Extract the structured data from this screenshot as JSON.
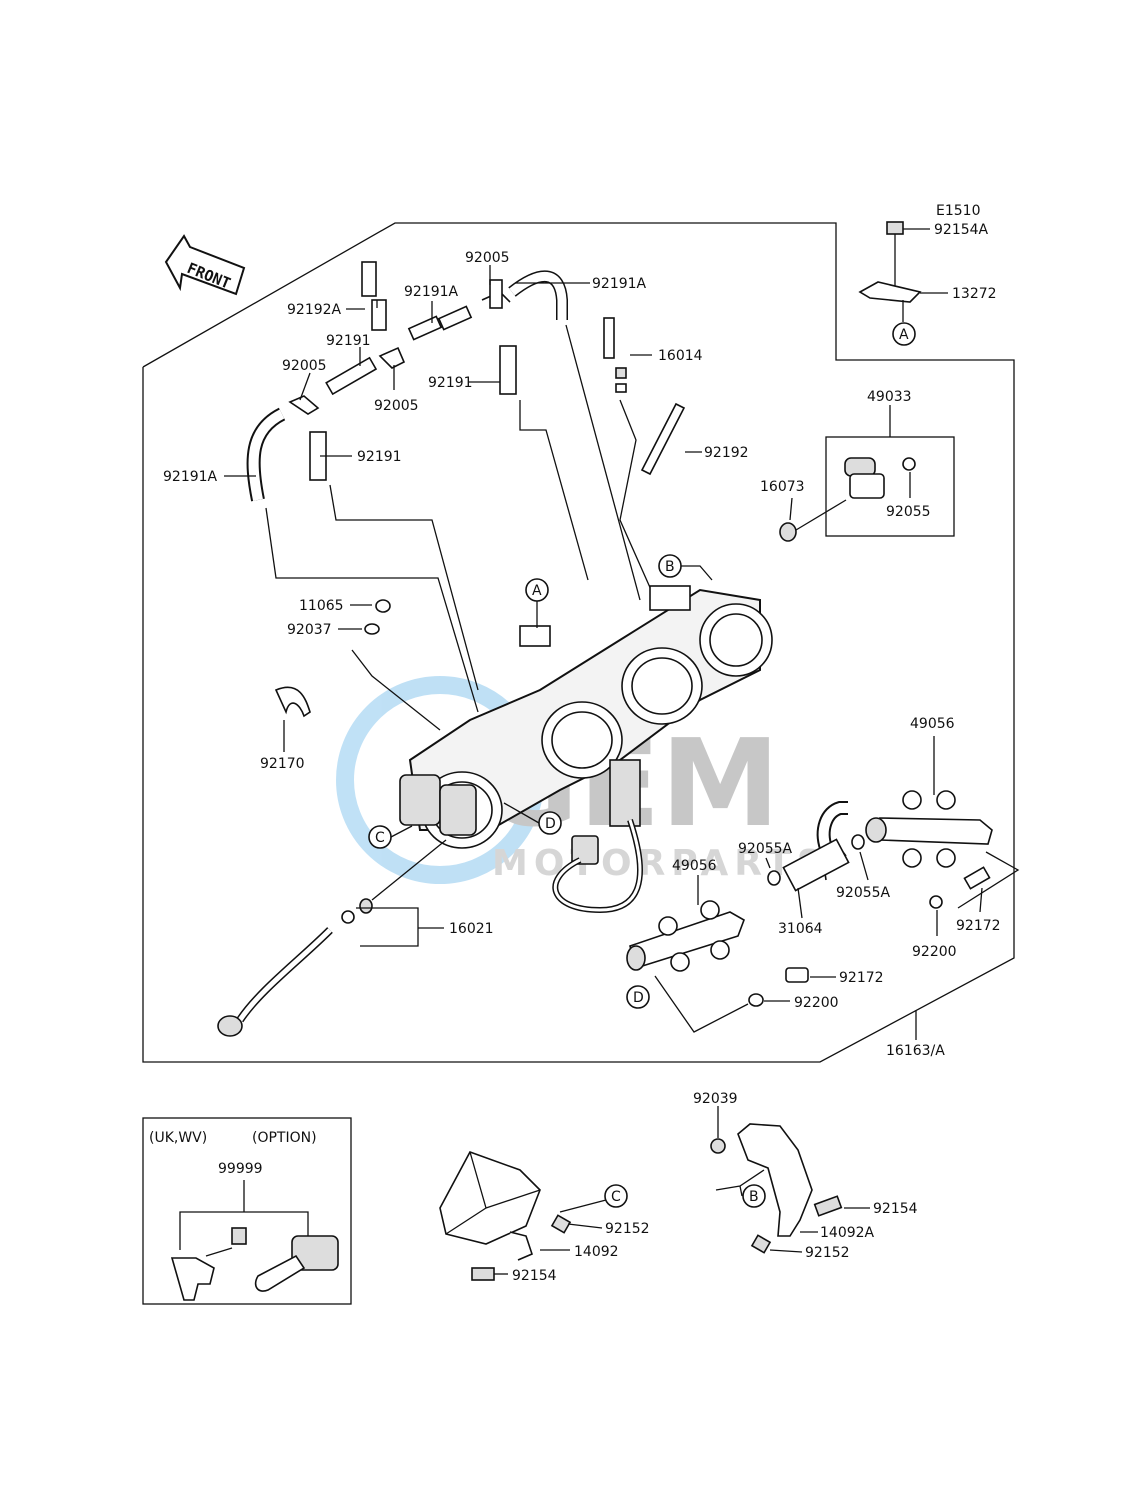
{
  "diagram": {
    "code": "E1510",
    "front_label": "FRONT",
    "watermark": {
      "brand": "GEM",
      "sub": "MOTORPARTS",
      "color": "#4aa8e0"
    },
    "part_labels": [
      "92154A",
      "13272",
      "92192A",
      "92005",
      "92191A",
      "92191A",
      "92191",
      "92005",
      "92005",
      "92191",
      "16014",
      "92191",
      "92191A",
      "92192",
      "49033",
      "16073",
      "92055",
      "11065",
      "92037",
      "92170",
      "49056",
      "92055A",
      "92055A",
      "49056",
      "31064",
      "92172",
      "92200",
      "16021",
      "92172",
      "92200",
      "16163/A",
      "92039",
      "92154",
      "14092A",
      "92152",
      "92152",
      "14092",
      "92154",
      "99999"
    ],
    "ref_markers": {
      "A": "A",
      "B": "B",
      "C": "C",
      "D": "D"
    },
    "inset": {
      "region": "(UK,WV)",
      "note": "(OPTION)"
    }
  }
}
